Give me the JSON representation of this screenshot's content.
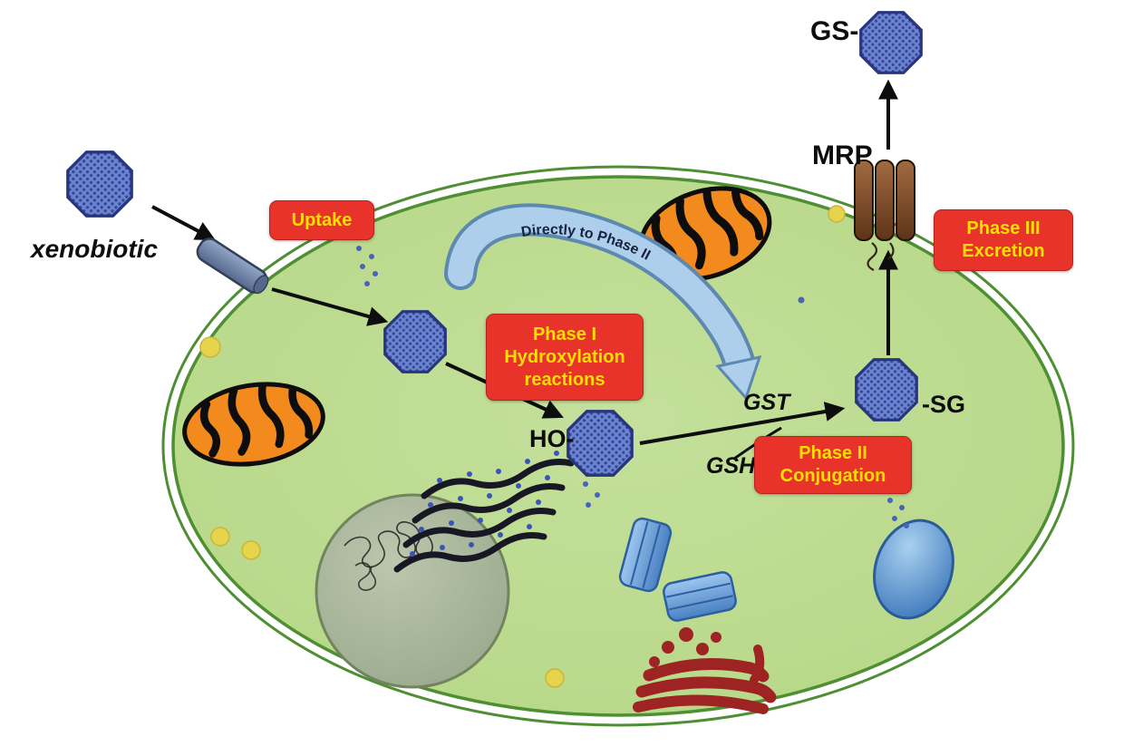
{
  "figure": {
    "labels": {
      "xenobiotic": "xenobiotic",
      "ho": "HO-",
      "gst": "GST",
      "gsh": "GSH",
      "sg": "-SG",
      "mrp": "MRP",
      "gs": "GS-",
      "directly_to_phase2": "Directly to Phase II"
    },
    "boxes": {
      "uptake": {
        "lines": [
          "Uptake"
        ]
      },
      "phase1": {
        "lines": [
          "Phase I",
          "Hydroxylation",
          "reactions"
        ]
      },
      "phase2": {
        "lines": [
          "Phase II",
          "Conjugation"
        ]
      },
      "phase3": {
        "lines": [
          "Phase III",
          "Excretion"
        ]
      }
    },
    "colors": {
      "cell_fill": "#b9d98b",
      "membrane": "#4e8f33",
      "label_box_bg": "#e8332a",
      "label_box_text": "#ffdf00",
      "xenobiotic_fill": "#6d84ce",
      "xenobiotic_edge": "#27357d",
      "swoosh": "#aecfeb",
      "mitochondrion": "#f28a1e",
      "golgi": "#9e2424",
      "vesicle_yellow": "#e6d44c"
    }
  }
}
